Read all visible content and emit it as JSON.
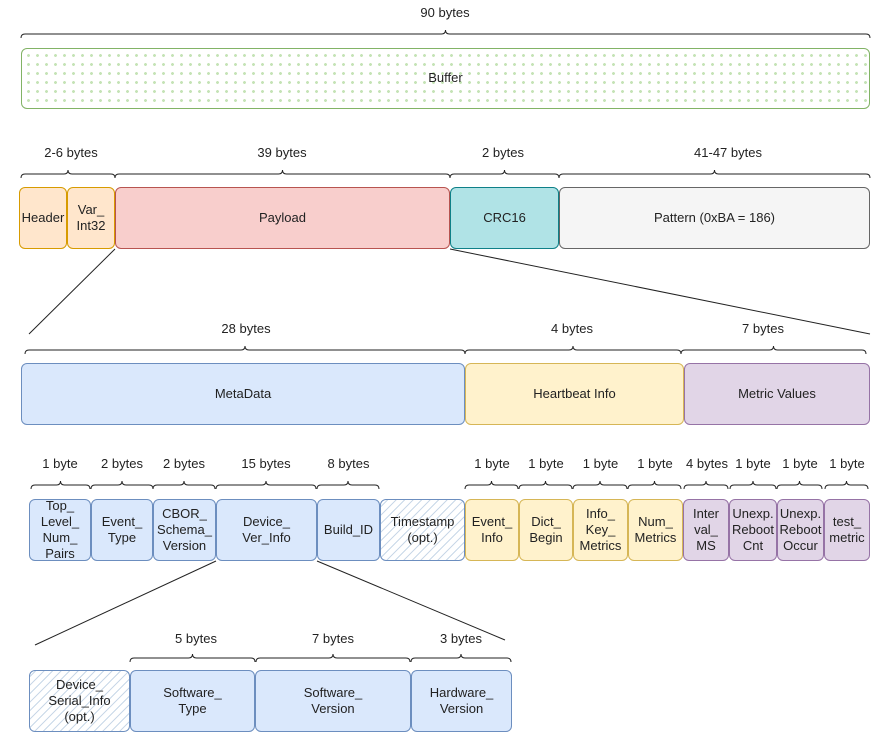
{
  "colors": {
    "orange": {
      "fill": "#ffe6cc",
      "stroke": "#d79b00"
    },
    "red": {
      "fill": "#f8cecc",
      "stroke": "#b85450"
    },
    "teal": {
      "fill": "#b0e3e6",
      "stroke": "#0e8088"
    },
    "gray": {
      "fill": "#f5f5f5",
      "stroke": "#666666"
    },
    "blue": {
      "fill": "#dae8fc",
      "stroke": "#6c8ebf"
    },
    "yellow": {
      "fill": "#fff2cc",
      "stroke": "#d6b656"
    },
    "purple": {
      "fill": "#e1d5e7",
      "stroke": "#9673a6"
    },
    "green": {
      "fill": "#ffffff",
      "stroke": "#82b366"
    },
    "line": "#222222"
  },
  "level0": {
    "buffer": {
      "label": "Buffer",
      "size": "90 bytes"
    }
  },
  "level1": {
    "header": "Header",
    "varint": "Var_\nInt32",
    "payload": "Payload",
    "crc": "CRC16",
    "pattern": "Pattern (0xBA = 186)",
    "sizes": {
      "header_varint": "2-6 bytes",
      "payload": "39 bytes",
      "crc": "2 bytes",
      "pattern": "41-47 bytes"
    }
  },
  "level2": {
    "metadata": "MetaData",
    "heartbeat": "Heartbeat Info",
    "metrics": "Metric Values",
    "sizes": {
      "metadata": "28 bytes",
      "heartbeat": "4 bytes",
      "metrics": "7 bytes"
    }
  },
  "level3": {
    "top_level": {
      "label": "Top_\nLevel_\nNum_\nPairs",
      "size": "1 byte"
    },
    "event_type": {
      "label": "Event_\nType",
      "size": "2 bytes"
    },
    "cbor": {
      "label": "CBOR_\nSchema_\nVersion",
      "size": "2 bytes"
    },
    "device_ver": {
      "label": "Device_\nVer_Info",
      "size": "15 bytes"
    },
    "build_id": {
      "label": "Build_ID",
      "size": "8 bytes"
    },
    "timestamp": {
      "label": "Timestamp\n(opt.)"
    },
    "event_info": {
      "label": "Event_\nInfo",
      "size": "1 byte"
    },
    "dict_begin": {
      "label": "Dict_\nBegin",
      "size": "1 byte"
    },
    "info_key": {
      "label": "Info_\nKey_\nMetrics",
      "size": "1 byte"
    },
    "num_metrics": {
      "label": "Num_\nMetrics",
      "size": "1 byte"
    },
    "interval": {
      "label": "Inter\nval_\nMS",
      "size": "4 bytes"
    },
    "unexp_cnt": {
      "label": "Unexp.\nReboot\nCnt",
      "size": "1 byte"
    },
    "unexp_occur": {
      "label": "Unexp.\nReboot\nOccur",
      "size": "1 byte"
    },
    "test_metric": {
      "label": "test_\nmetric",
      "size": "1 byte"
    }
  },
  "level4": {
    "serial": {
      "label": "Device_\nSerial_Info\n(opt.)"
    },
    "sw_type": {
      "label": "Software_\nType",
      "size": "5 bytes"
    },
    "sw_version": {
      "label": "Software_\nVersion",
      "size": "7 bytes"
    },
    "hw_version": {
      "label": "Hardware_\nVersion",
      "size": "3 bytes"
    }
  }
}
